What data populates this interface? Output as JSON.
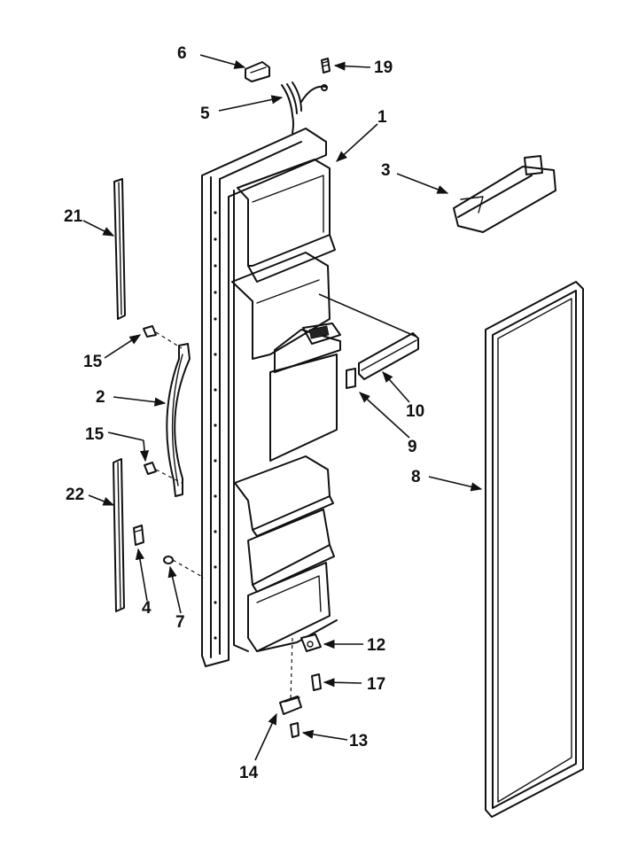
{
  "callouts": {
    "c1": "1",
    "c2": "2",
    "c3": "3",
    "c4": "4",
    "c5": "5",
    "c6": "6",
    "c7": "7",
    "c8": "8",
    "c9": "9",
    "c10": "10",
    "c12": "12",
    "c13": "13",
    "c14": "14",
    "c15a": "15",
    "c15b": "15",
    "c17": "17",
    "c19": "19",
    "c21": "21",
    "c22": "22"
  }
}
